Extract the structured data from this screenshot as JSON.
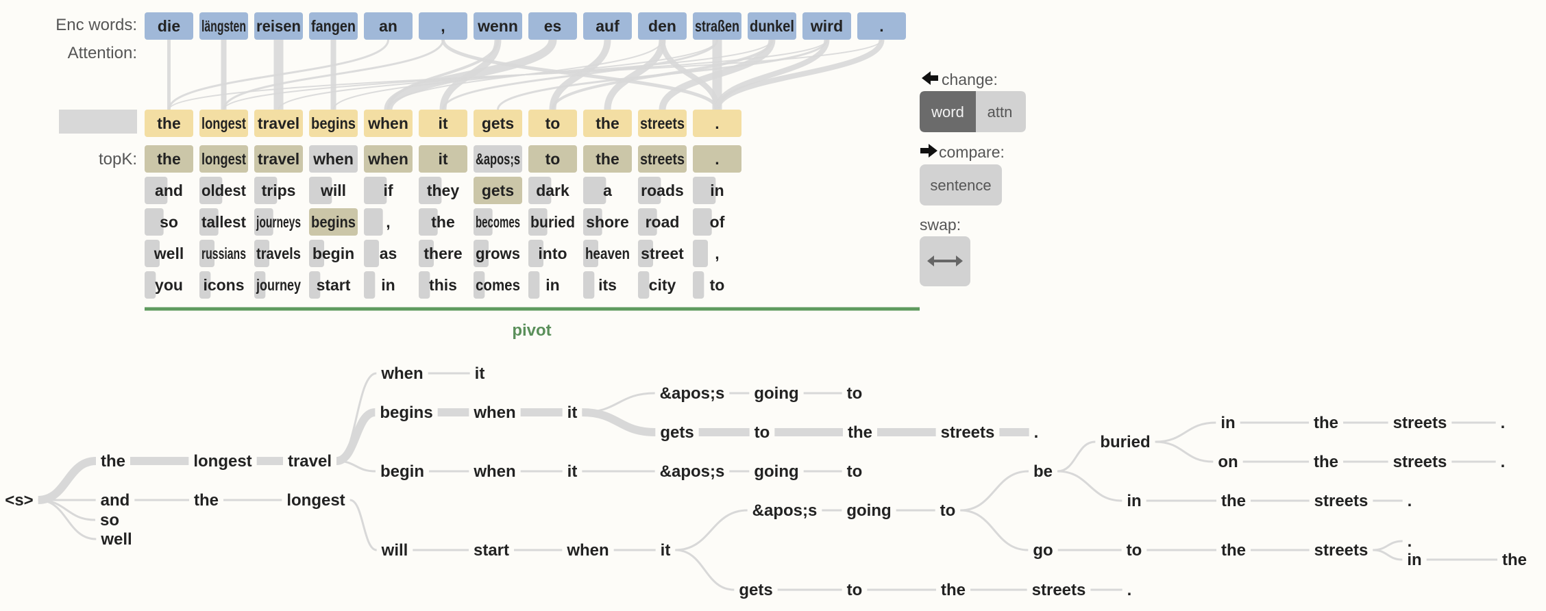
{
  "labels": {
    "enc_words": "Enc words:",
    "attention": "Attention:",
    "topk": "topK:",
    "pivot": "pivot"
  },
  "enc_words": [
    "die",
    "längsten",
    "reisen",
    "fangen",
    "an",
    ",",
    "wenn",
    "es",
    "auf",
    "den",
    "straßen",
    "dunkel",
    "wird",
    "."
  ],
  "dec_words": [
    "the",
    "longest",
    "travel",
    "begins",
    "when",
    "it",
    "gets",
    "to",
    "the",
    "streets",
    "."
  ],
  "topk": [
    [
      "the",
      "and",
      "so",
      "well",
      "you"
    ],
    [
      "longest",
      "oldest",
      "tallest",
      "russians",
      "icons"
    ],
    [
      "travel",
      "trips",
      "journeys",
      "travels",
      "journey"
    ],
    [
      "when",
      "will",
      "begins",
      "begin",
      "start"
    ],
    [
      "when",
      "if",
      ",",
      "as",
      "in"
    ],
    [
      "it",
      "they",
      "the",
      "there",
      "this"
    ],
    [
      "&apos;s",
      "gets",
      "becomes",
      "grows",
      "comes"
    ],
    [
      "to",
      "dark",
      "buried",
      "into",
      "in"
    ],
    [
      "the",
      "a",
      "shore",
      "heaven",
      "its"
    ],
    [
      "streets",
      "roads",
      "road",
      "street",
      "city"
    ],
    [
      ".",
      "in",
      "of",
      ",",
      "to"
    ]
  ],
  "topk_selected": [
    0,
    0,
    0,
    2,
    0,
    0,
    1,
    0,
    0,
    0,
    0
  ],
  "attention": [
    [
      0,
      0,
      5
    ],
    [
      1,
      1,
      8
    ],
    [
      2,
      2,
      14
    ],
    [
      3,
      3,
      8
    ],
    [
      4,
      0,
      3
    ],
    [
      5,
      1,
      3
    ],
    [
      6,
      5,
      10
    ],
    [
      7,
      4,
      12
    ],
    [
      8,
      7,
      10
    ],
    [
      9,
      8,
      10
    ],
    [
      10,
      10,
      14
    ],
    [
      9,
      10,
      8
    ],
    [
      11,
      9,
      10
    ],
    [
      12,
      10,
      8
    ],
    [
      13,
      10,
      8
    ],
    [
      5,
      10,
      5
    ],
    [
      6,
      4,
      4
    ],
    [
      11,
      7,
      4
    ],
    [
      12,
      6,
      3
    ],
    [
      10,
      5,
      3
    ],
    [
      13,
      0,
      2
    ],
    [
      12,
      1,
      2
    ],
    [
      11,
      2,
      2
    ],
    [
      10,
      3,
      2
    ],
    [
      9,
      4,
      2
    ]
  ],
  "controls": {
    "change_label": "change:",
    "word_button": "word",
    "attn_button": "attn",
    "compare_label": "compare:",
    "sentence_button": "sentence",
    "swap_label": "swap:"
  },
  "colors": {
    "enc": "#a0b8d8",
    "dec": "#f3dea3",
    "topk_selected": "#cbc6a8",
    "topk": "#d2d2d2",
    "edge": "#d8d8d8",
    "pivot_line": "#5e9a5e",
    "btn_active": "#6b6b6b",
    "btn": "#d2d2d2"
  },
  "tree": {
    "nodes": [
      {
        "id": "s",
        "text": "<s>"
      },
      {
        "id": "a1",
        "text": "the"
      },
      {
        "id": "a2",
        "text": "longest"
      },
      {
        "id": "a3",
        "text": "travel"
      },
      {
        "id": "b1",
        "text": "when"
      },
      {
        "id": "b2",
        "text": "it"
      },
      {
        "id": "c1",
        "text": "begins"
      },
      {
        "id": "c2",
        "text": "when"
      },
      {
        "id": "c3",
        "text": "it"
      },
      {
        "id": "d1",
        "text": "&apos;s"
      },
      {
        "id": "d2",
        "text": "going"
      },
      {
        "id": "d3",
        "text": "to"
      },
      {
        "id": "e1",
        "text": "gets"
      },
      {
        "id": "e2",
        "text": "to"
      },
      {
        "id": "e3",
        "text": "the"
      },
      {
        "id": "e4",
        "text": "streets"
      },
      {
        "id": "e5",
        "text": "."
      },
      {
        "id": "f1",
        "text": "begin"
      },
      {
        "id": "f2",
        "text": "when"
      },
      {
        "id": "f3",
        "text": "it"
      },
      {
        "id": "f4",
        "text": "&apos;s"
      },
      {
        "id": "f5",
        "text": "going"
      },
      {
        "id": "f6",
        "text": "to"
      },
      {
        "id": "g1",
        "text": "and"
      },
      {
        "id": "g2",
        "text": "the"
      },
      {
        "id": "g3",
        "text": "longest"
      },
      {
        "id": "h1",
        "text": "so"
      },
      {
        "id": "h2",
        "text": "well"
      },
      {
        "id": "i1",
        "text": "will"
      },
      {
        "id": "i2",
        "text": "start"
      },
      {
        "id": "i3",
        "text": "when"
      },
      {
        "id": "i4",
        "text": "it"
      },
      {
        "id": "j1",
        "text": "&apos;s"
      },
      {
        "id": "j2",
        "text": "going"
      },
      {
        "id": "j3",
        "text": "to"
      },
      {
        "id": "k1",
        "text": "be"
      },
      {
        "id": "k2",
        "text": "buried"
      },
      {
        "id": "l1",
        "text": "in"
      },
      {
        "id": "l2",
        "text": "the"
      },
      {
        "id": "l3",
        "text": "streets"
      },
      {
        "id": "l4",
        "text": "."
      },
      {
        "id": "m1",
        "text": "on"
      },
      {
        "id": "m2",
        "text": "the"
      },
      {
        "id": "m3",
        "text": "streets"
      },
      {
        "id": "m4",
        "text": "."
      },
      {
        "id": "n1",
        "text": "in"
      },
      {
        "id": "n2",
        "text": "the"
      },
      {
        "id": "n3",
        "text": "streets"
      },
      {
        "id": "n4",
        "text": "."
      },
      {
        "id": "o1",
        "text": "go"
      },
      {
        "id": "o2",
        "text": "to"
      },
      {
        "id": "o3",
        "text": "the"
      },
      {
        "id": "o4",
        "text": "streets"
      },
      {
        "id": "o5",
        "text": "."
      },
      {
        "id": "o6",
        "text": "in"
      },
      {
        "id": "o7",
        "text": "the"
      },
      {
        "id": "p1",
        "text": "gets"
      },
      {
        "id": "p2",
        "text": "to"
      },
      {
        "id": "p3",
        "text": "the"
      },
      {
        "id": "p4",
        "text": "streets"
      },
      {
        "id": "p5",
        "text": "."
      }
    ],
    "edges": [
      [
        "s",
        "a1",
        12
      ],
      [
        "a1",
        "a2",
        12
      ],
      [
        "a2",
        "a3",
        12
      ],
      [
        "a3",
        "b1",
        3
      ],
      [
        "b1",
        "b2",
        3
      ],
      [
        "a3",
        "c1",
        12
      ],
      [
        "c1",
        "c2",
        12
      ],
      [
        "c2",
        "c3",
        12
      ],
      [
        "c3",
        "d1",
        3
      ],
      [
        "d1",
        "d2",
        3
      ],
      [
        "d2",
        "d3",
        3
      ],
      [
        "c3",
        "e1",
        12
      ],
      [
        "e1",
        "e2",
        12
      ],
      [
        "e2",
        "e3",
        12
      ],
      [
        "e3",
        "e4",
        12
      ],
      [
        "e4",
        "e5",
        12
      ],
      [
        "a3",
        "f1",
        3
      ],
      [
        "f1",
        "f2",
        3
      ],
      [
        "f2",
        "f3",
        3
      ],
      [
        "f3",
        "f4",
        3
      ],
      [
        "f4",
        "f5",
        3
      ],
      [
        "f5",
        "f6",
        3
      ],
      [
        "s",
        "g1",
        3
      ],
      [
        "g1",
        "g2",
        3
      ],
      [
        "g2",
        "g3",
        3
      ],
      [
        "s",
        "h1",
        3
      ],
      [
        "s",
        "h2",
        3
      ],
      [
        "g3",
        "i1",
        3
      ],
      [
        "i1",
        "i2",
        3
      ],
      [
        "i2",
        "i3",
        3
      ],
      [
        "i3",
        "i4",
        3
      ],
      [
        "i4",
        "j1",
        3
      ],
      [
        "j1",
        "j2",
        3
      ],
      [
        "j2",
        "j3",
        3
      ],
      [
        "j3",
        "k1",
        3
      ],
      [
        "k1",
        "k2",
        3
      ],
      [
        "k2",
        "l1",
        3
      ],
      [
        "l1",
        "l2",
        3
      ],
      [
        "l2",
        "l3",
        3
      ],
      [
        "l3",
        "l4",
        3
      ],
      [
        "k2",
        "m1",
        3
      ],
      [
        "m1",
        "m2",
        3
      ],
      [
        "m2",
        "m3",
        3
      ],
      [
        "m3",
        "m4",
        3
      ],
      [
        "k1",
        "n1",
        3
      ],
      [
        "n1",
        "n2",
        3
      ],
      [
        "n2",
        "n3",
        3
      ],
      [
        "n3",
        "n4",
        3
      ],
      [
        "j3",
        "o1",
        3
      ],
      [
        "o1",
        "o2",
        3
      ],
      [
        "o2",
        "o3",
        3
      ],
      [
        "o3",
        "o4",
        3
      ],
      [
        "o4",
        "o5",
        3
      ],
      [
        "o4",
        "o6",
        3
      ],
      [
        "o6",
        "o7",
        3
      ],
      [
        "i4",
        "p1",
        3
      ],
      [
        "p1",
        "p2",
        3
      ],
      [
        "p2",
        "p3",
        3
      ],
      [
        "p3",
        "p4",
        3
      ],
      [
        "p4",
        "p5",
        3
      ]
    ]
  }
}
